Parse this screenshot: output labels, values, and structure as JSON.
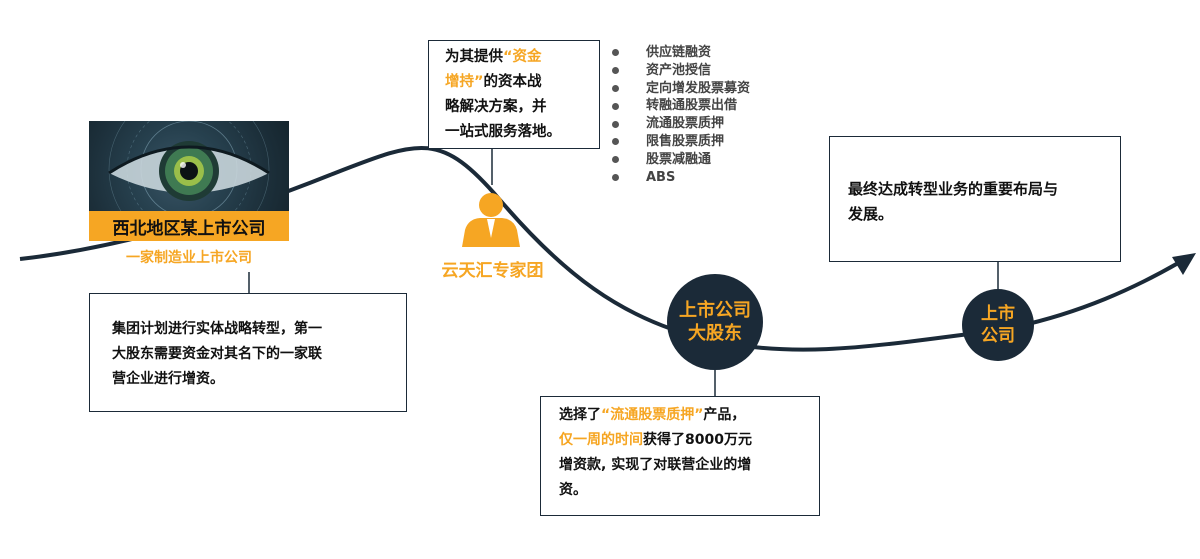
{
  "colors": {
    "accent": "#f6a623",
    "dark": "#1b2a38",
    "text": "#111111"
  },
  "company": {
    "name": "西北地区某上市公司",
    "subtitle": "一家制造业上市公司",
    "description": [
      "集团计划进行实体战略转型，第一",
      "大股东需要资金对其名下的一家联",
      "营企业进行增资。"
    ]
  },
  "expert": {
    "caption": "云天汇专家团",
    "icon": "person-icon",
    "box": {
      "line1_a": "为其提供",
      "line1_b": "“资金",
      "line2_a": "增持”",
      "line2_b": "的资本战",
      "line3": "略解决方案，并",
      "line4": "一站式服务落地。"
    },
    "services": [
      "供应链融资",
      "资产池授信",
      "定向增发股票募资",
      "转融通股票出借",
      "流通股票质押",
      "限售股票质押",
      "股票减融通",
      "ABS"
    ]
  },
  "shareholder": {
    "circle_lines": [
      "上市公司",
      "大股东"
    ],
    "box": {
      "line1_a": "选择了",
      "line1_b": "“流通股票质押”",
      "line1_c": "产品，",
      "line2_a": "仅一周的时间",
      "line2_b": "获得了8000万元",
      "line3": "增资款, 实现了对联营企业的增",
      "line4": "资。"
    }
  },
  "result": {
    "circle_lines": [
      "上市",
      "公司"
    ],
    "box": [
      "最终达成转型业务的重要布局与",
      "发展。"
    ]
  }
}
